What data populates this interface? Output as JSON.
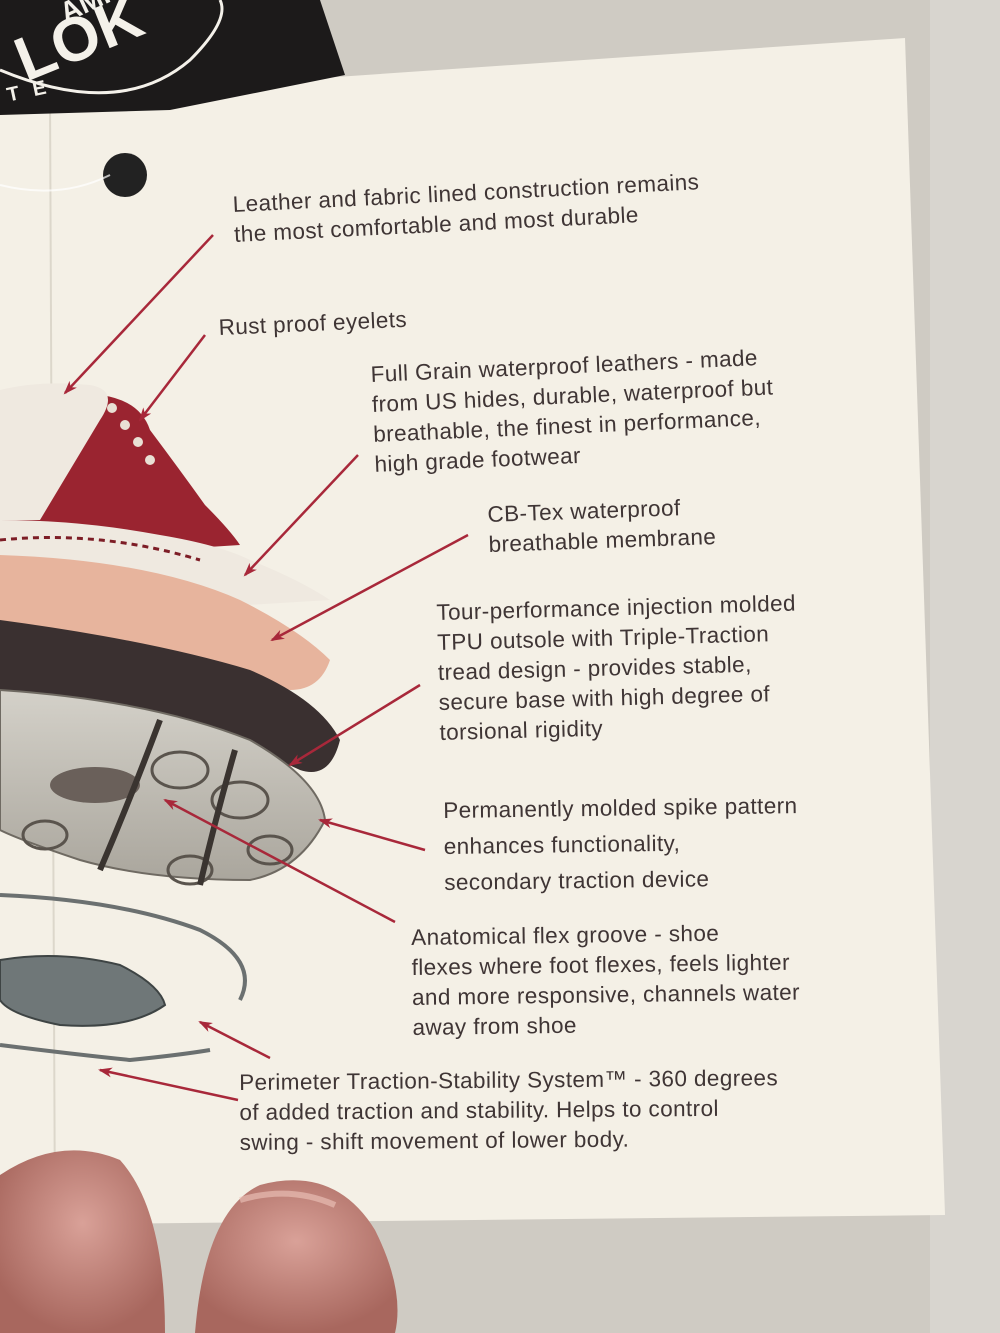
{
  "logo": {
    "top_text": "AMP",
    "main_text": "LOK",
    "bottom_text": "TE"
  },
  "callouts": [
    {
      "id": "leather-lining",
      "lines": [
        "Leather and fabric lined construction remains",
        "the most comfortable and most durable"
      ]
    },
    {
      "id": "eyelets",
      "lines": [
        "Rust proof eyelets"
      ]
    },
    {
      "id": "full-grain",
      "lines": [
        "Full Grain waterproof leathers - made",
        "from US hides, durable, waterproof but",
        "breathable, the finest in performance,",
        "high grade footwear"
      ]
    },
    {
      "id": "cb-tex",
      "lines": [
        "CB-Tex waterproof",
        "breathable membrane"
      ]
    },
    {
      "id": "tpu-outsole",
      "lines": [
        "Tour-performance injection molded",
        "TPU outsole with Triple-Traction",
        "tread design - provides stable,",
        "secure base with high degree of",
        "torsional rigidity"
      ]
    },
    {
      "id": "spike-pattern",
      "lines": [
        "Permanently molded spike pattern",
        "enhances functionality,",
        "secondary traction device"
      ]
    },
    {
      "id": "flex-groove",
      "lines": [
        "Anatomical flex groove - shoe",
        "flexes where foot flexes, feels lighter",
        "and more responsive, channels water",
        "away from shoe"
      ]
    },
    {
      "id": "perimeter",
      "lines": [
        "Perimeter Traction-Stability System™ - 360 degrees",
        "of added traction and stability.  Helps to control",
        "swing - shift movement of lower body."
      ]
    }
  ],
  "colors": {
    "card": "#f4f0e6",
    "text": "#3f3535",
    "arrow": "#a8283a",
    "leather_red": "#9a2430",
    "background": "#cfcbc3"
  }
}
